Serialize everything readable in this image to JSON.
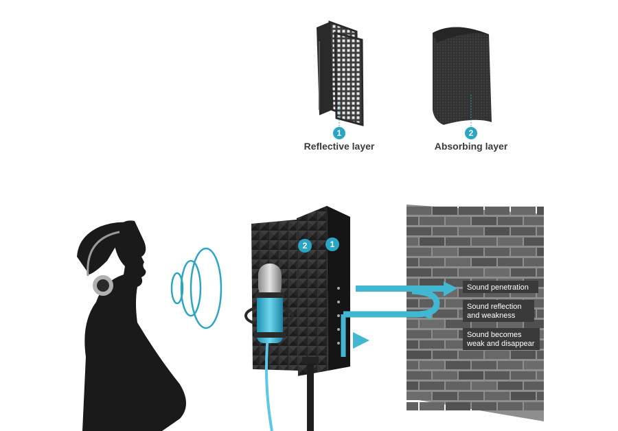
{
  "layers": [
    {
      "number": "1",
      "label": "Reflective layer"
    },
    {
      "number": "2",
      "label": "Absorbing layer"
    }
  ],
  "annotations": [
    {
      "lines": [
        "Sound penetration"
      ]
    },
    {
      "lines": [
        "Sound reflection",
        "and weakness"
      ]
    },
    {
      "lines": [
        "Sound becomes",
        "weak and disappear"
      ]
    }
  ],
  "colors": {
    "accent": "#2aa6c4",
    "arrow": "#41b7d2",
    "silhouette": "#1a1a1a",
    "foam": "#2e2e2e",
    "brick": "#5c5c5c",
    "mortar": "#8e8e8e",
    "label_box": "#3a3a3a"
  }
}
